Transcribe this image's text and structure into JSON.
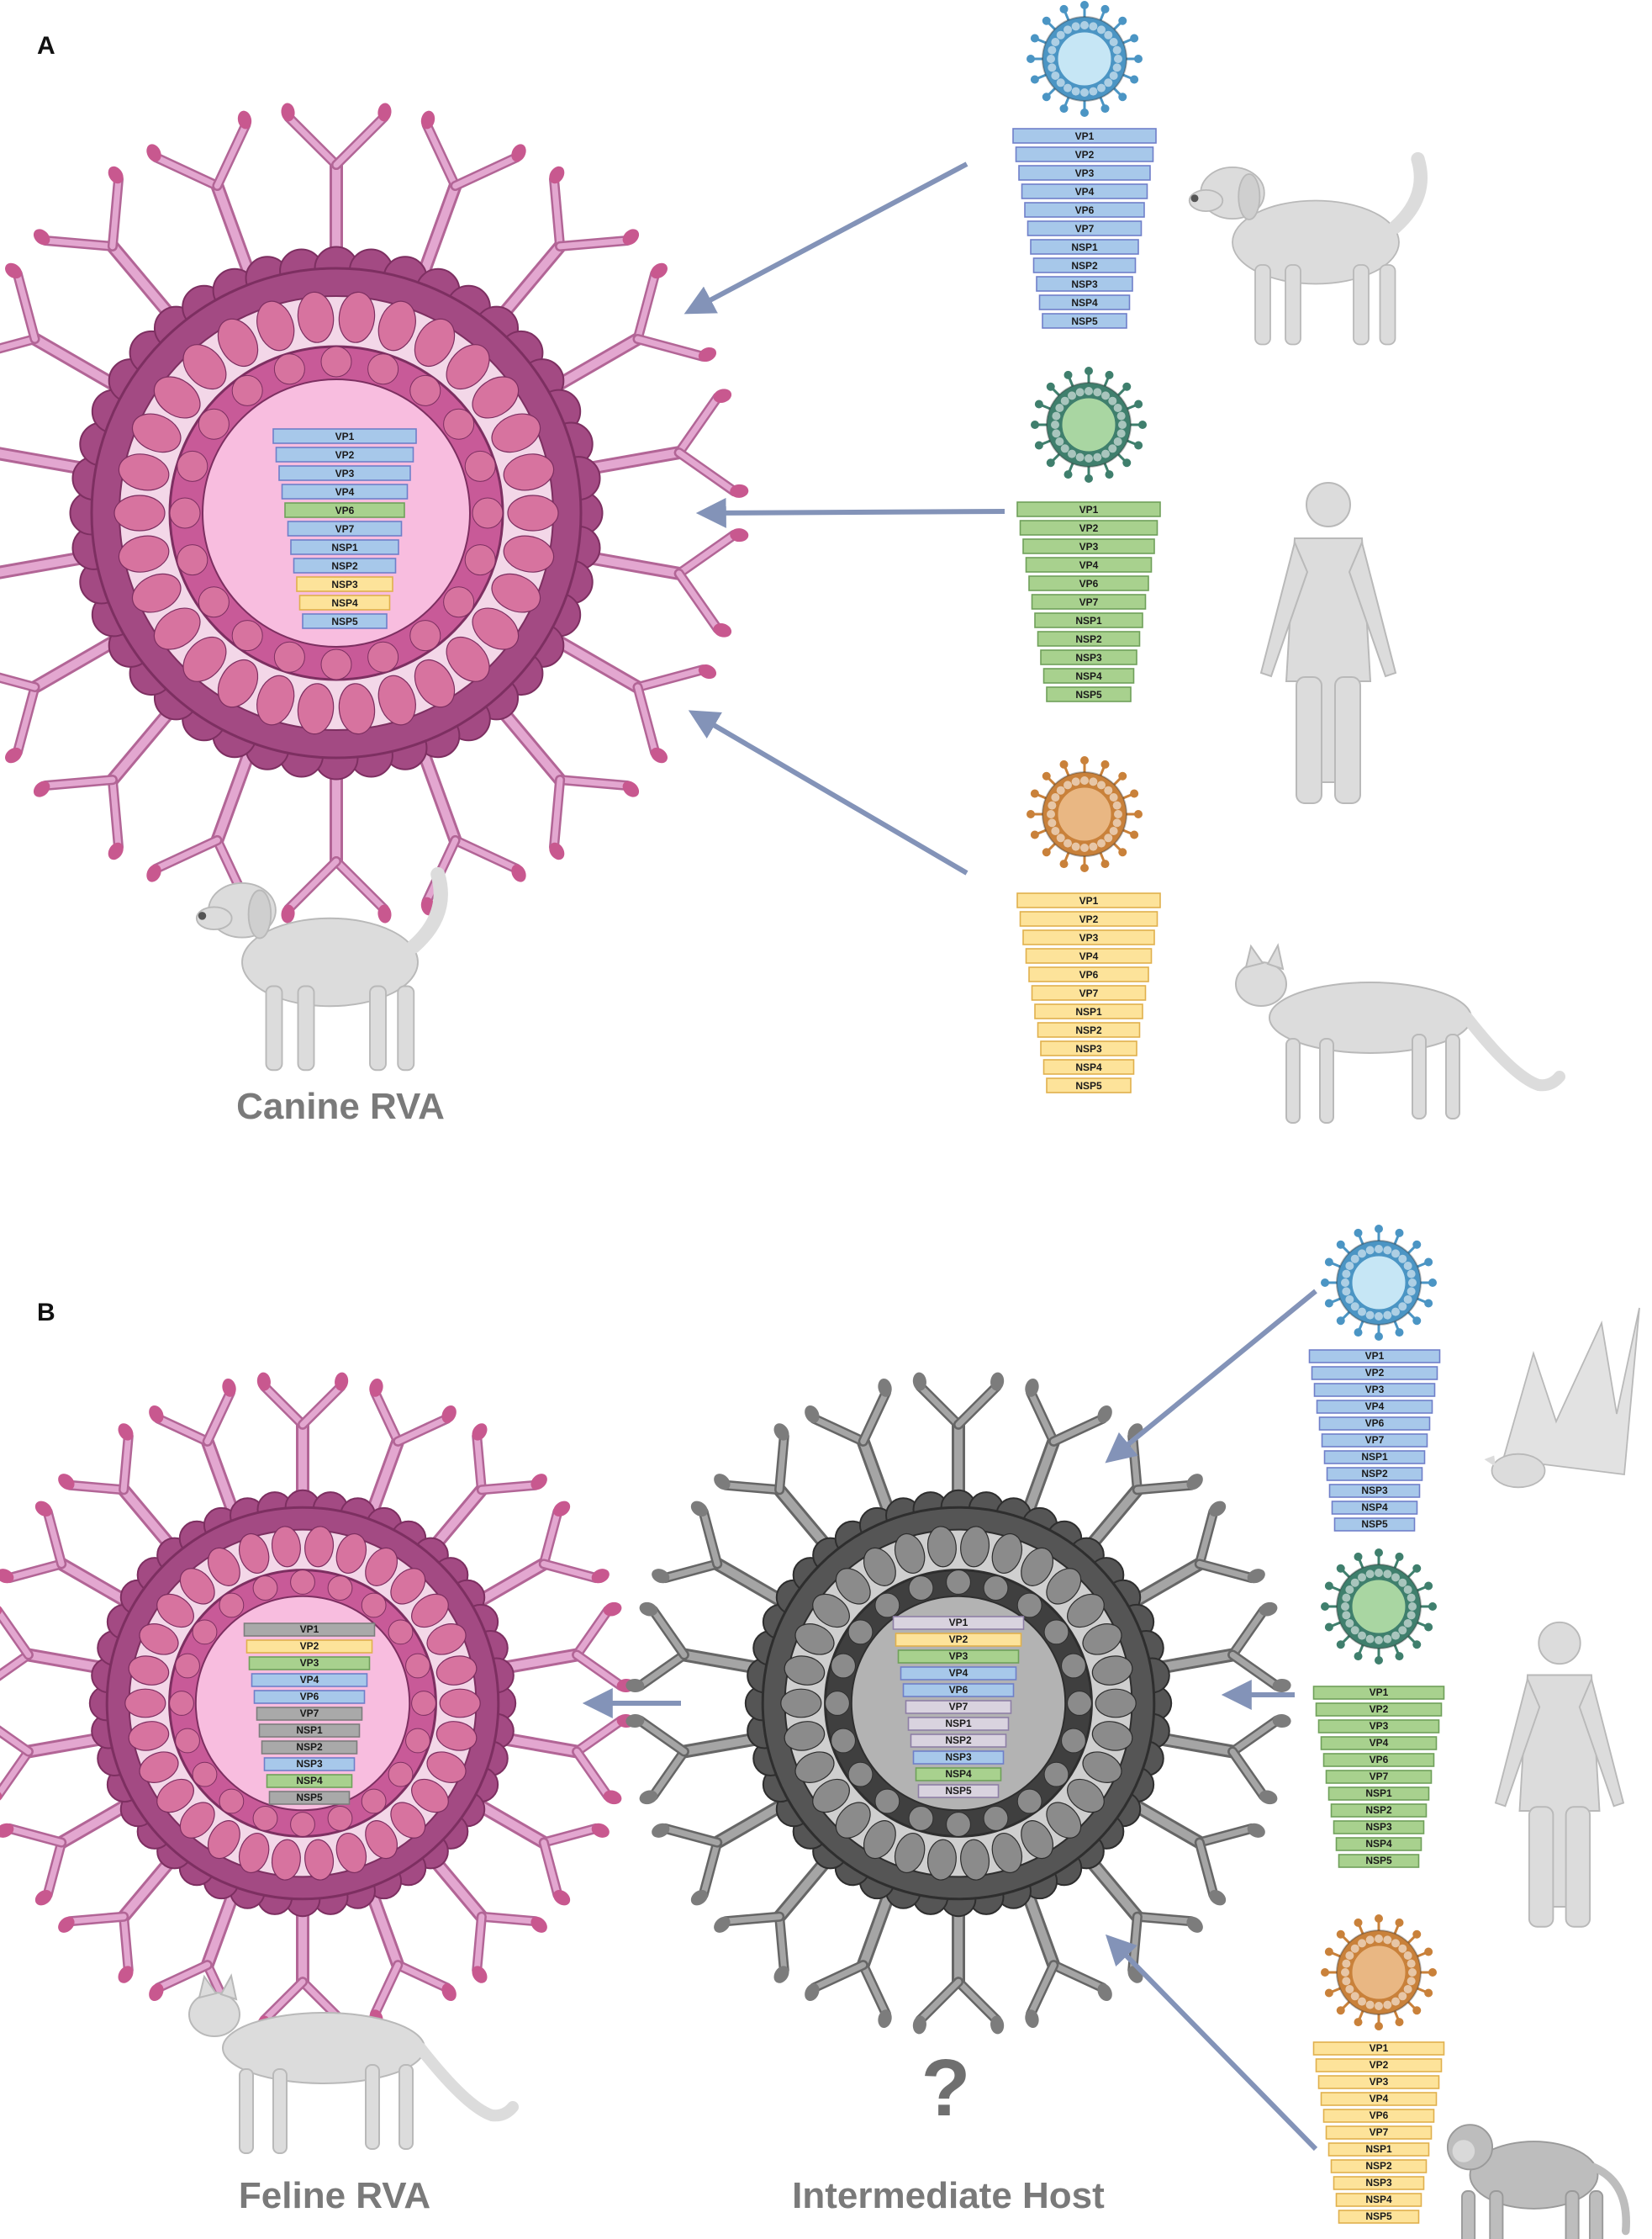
{
  "panels": {
    "a": {
      "letter": "A",
      "result_caption": "Canine RVA"
    },
    "b": {
      "letter": "B",
      "result_caption": "Feline RVA",
      "intermediate_caption": "Intermediate Host",
      "intermediate_mark": "?"
    }
  },
  "segments": [
    "VP1",
    "VP2",
    "VP3",
    "VP4",
    "VP6",
    "VP7",
    "NSP1",
    "NSP2",
    "NSP3",
    "NSP4",
    "NSP5"
  ],
  "colors": {
    "blue": {
      "fill": "#a7c8ea",
      "stroke": "#6f7fc9"
    },
    "green": {
      "fill": "#a8d18e",
      "stroke": "#6fa05a"
    },
    "yellow": {
      "fill": "#fde39a",
      "stroke": "#e0b04d"
    },
    "grey": {
      "fill": "#a9a9a9",
      "stroke": "#7d7d7d"
    },
    "lilac": {
      "fill": "#d9d3df",
      "stroke": "#8e7fa6"
    },
    "arrow": "#8393b8"
  },
  "parent_viruses": {
    "blue": {
      "icon": "blue-rotavirus-icon",
      "capsid": "#4b95c4",
      "core": "#c6e6f5"
    },
    "green": {
      "icon": "green-rotavirus-icon",
      "capsid": "#3f7f6d",
      "core": "#a9d6a2"
    },
    "orange": {
      "icon": "orange-rotavirus-icon",
      "capsid": "#c9813a",
      "core": "#e9b783"
    }
  },
  "hosts": {
    "a": [
      "dog-icon",
      "human-icon",
      "cat-icon"
    ],
    "a_result": "dog-icon",
    "b": [
      "bat-icon",
      "human-icon",
      "monkey-icon"
    ],
    "b_result": "cat-icon"
  },
  "reassortants": {
    "canine_rva": [
      "blue",
      "blue",
      "blue",
      "blue",
      "green",
      "blue",
      "blue",
      "blue",
      "yellow",
      "yellow",
      "blue"
    ],
    "intermediate": [
      "lilac",
      "yellow",
      "green",
      "blue",
      "blue",
      "lilac",
      "lilac",
      "lilac",
      "blue",
      "green",
      "lilac"
    ],
    "feline_rva": [
      "grey",
      "yellow",
      "green",
      "blue",
      "blue",
      "grey",
      "grey",
      "grey",
      "blue",
      "green",
      "grey"
    ]
  }
}
